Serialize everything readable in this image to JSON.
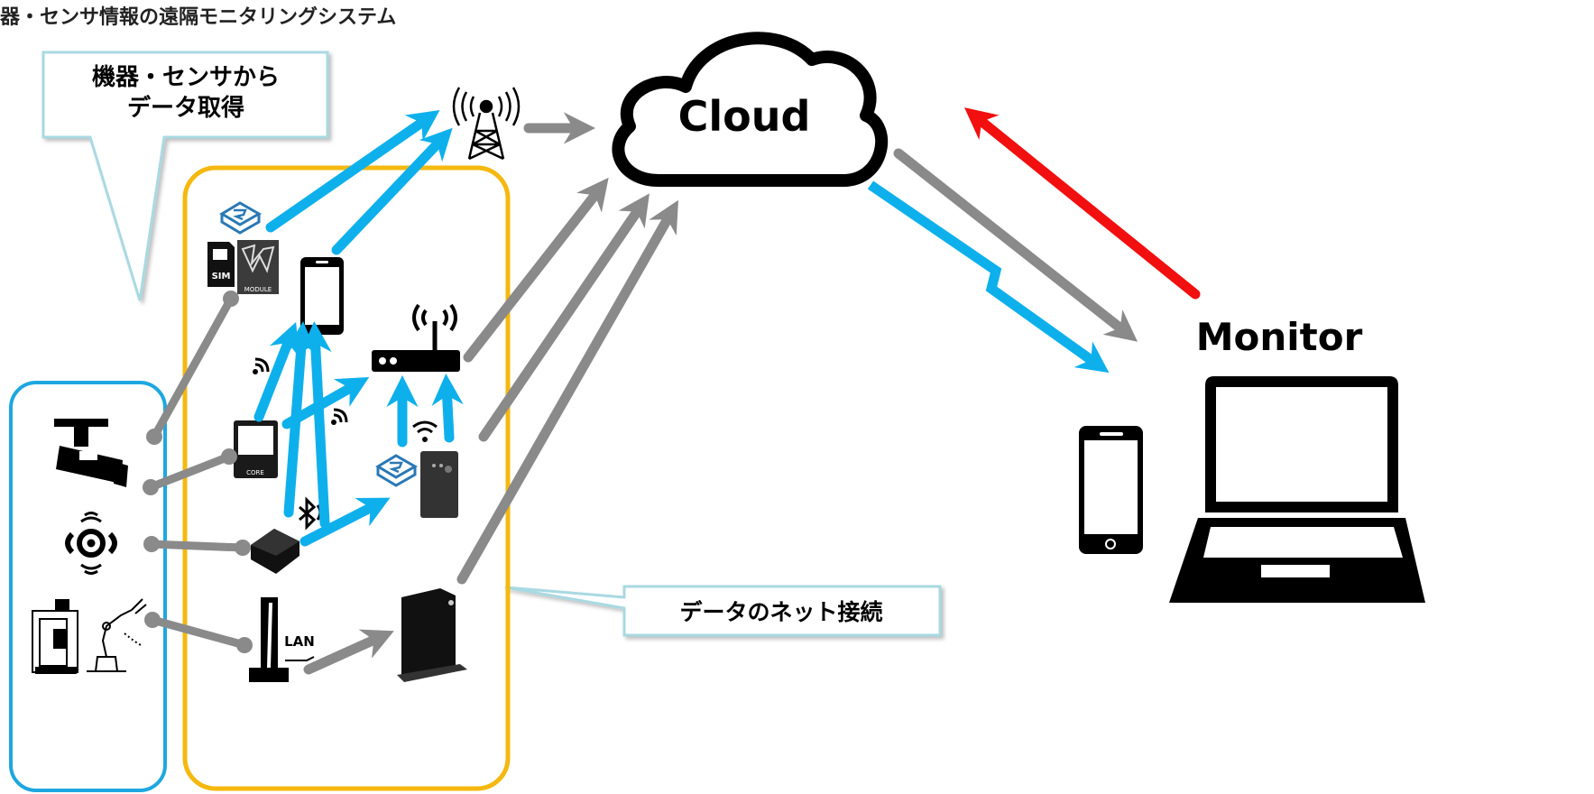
{
  "title": "器・センサ情報の遠隔モニタリングシステム",
  "callout_top": {
    "line1": "機器・センサから",
    "line2": "データ取得"
  },
  "callout_bottom": {
    "text": "データのネット接続"
  },
  "cloud_label": "Cloud",
  "monitor_label": "Monitor",
  "lan_label": "LAN",
  "module_label": "MODULE",
  "sim_label": "SIM",
  "core_label": "CORE",
  "colors": {
    "blue": "#0EB0EC",
    "gray": "#8A8A8A",
    "red": "#F20F0F",
    "orange": "#F5B80F",
    "frame_blue": "#1EA7E0",
    "callout_border": "#A9D9E2",
    "black": "#000000"
  }
}
